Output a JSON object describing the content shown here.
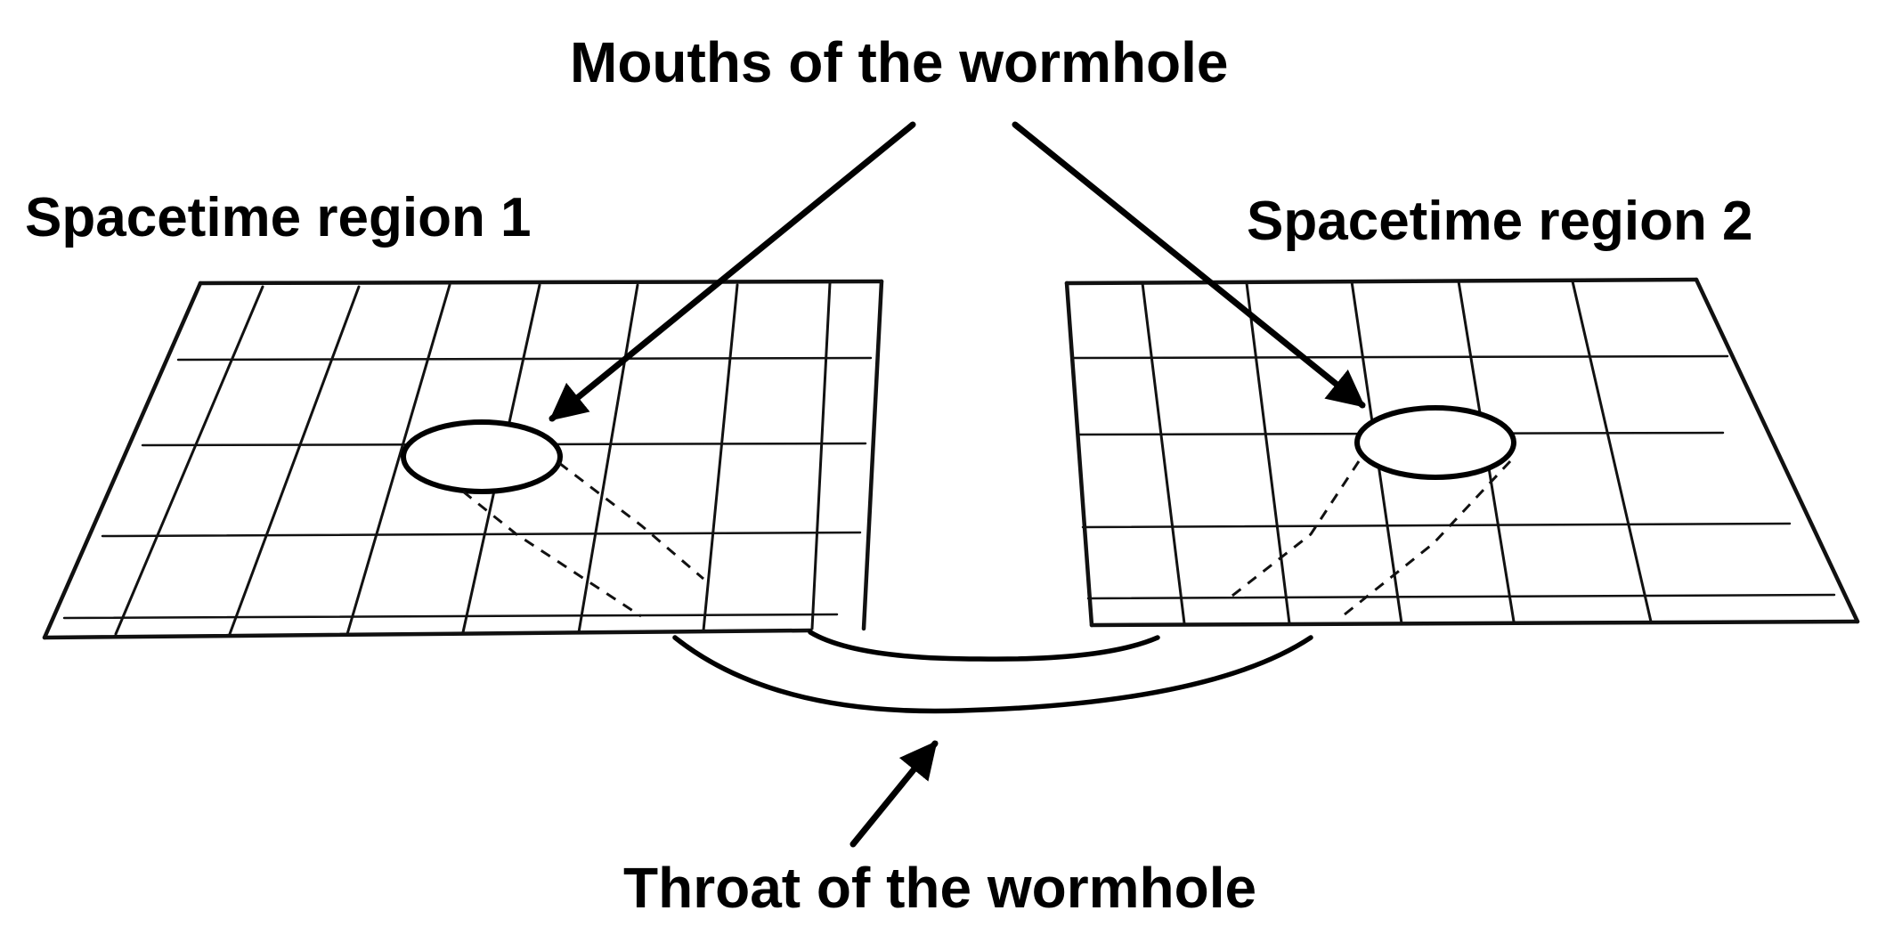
{
  "diagram": {
    "labels": {
      "mouths": "Mouths of the wormhole",
      "region1": "Spacetime region 1",
      "region2": "Spacetime region 2",
      "throat": "Throat of the wormhole"
    },
    "ink_color": "#000000",
    "grid_color": "#111111"
  }
}
